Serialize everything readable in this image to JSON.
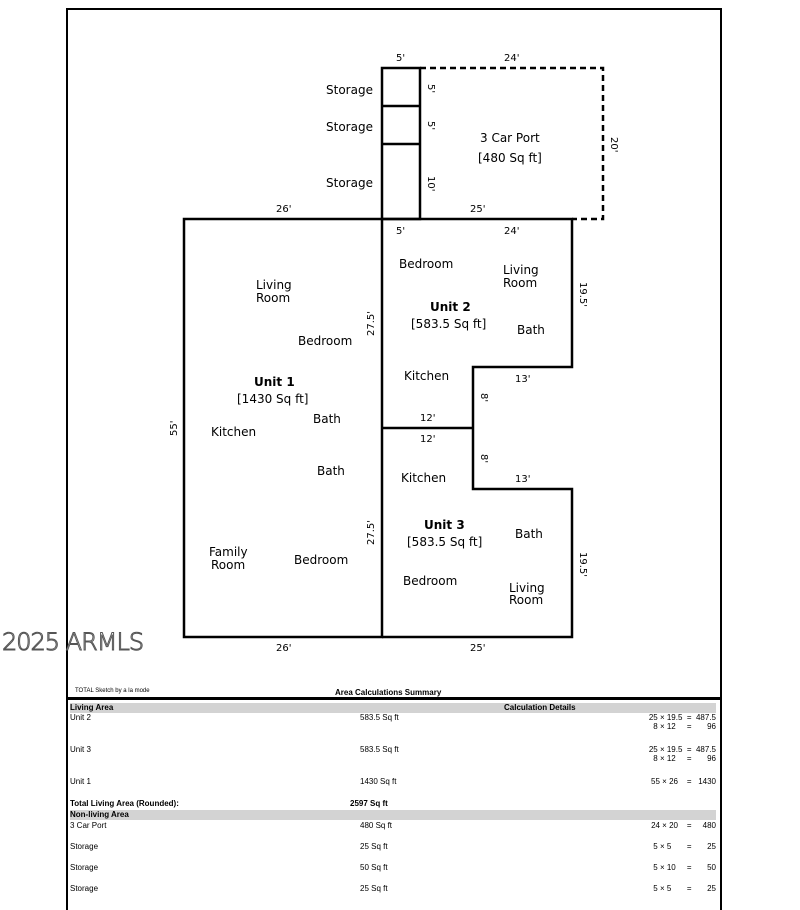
{
  "plan": {
    "rooms": {
      "storage1": "Storage",
      "storage2": "Storage",
      "storage3": "Storage",
      "carport": "3 Car Port",
      "carport_area": "[480 Sq ft]",
      "u1_living": "Living",
      "u1_living2": "Room",
      "u1_bed1": "Bedroom",
      "u1_title": "Unit 1",
      "u1_area": "[1430 Sq ft]",
      "u1_kitchen": "Kitchen",
      "u1_bath1": "Bath",
      "u1_bath2": "Bath",
      "u1_family": "Family",
      "u1_family2": "Room",
      "u1_bed2": "Bedroom",
      "u2_bed": "Bedroom",
      "u2_living": "Living",
      "u2_living2": "Room",
      "u2_title": "Unit 2",
      "u2_area": "[583.5 Sq ft]",
      "u2_bath": "Bath",
      "u2_kitchen": "Kitchen",
      "u3_kitchen": "Kitchen",
      "u3_title": "Unit 3",
      "u3_area": "[583.5 Sq ft]",
      "u3_bath": "Bath",
      "u3_bed": "Bedroom",
      "u3_living": "Living",
      "u3_living2": "Room"
    },
    "dims": {
      "st_top": "5'",
      "cp_top": "24'",
      "st1": "5'",
      "st2": "5'",
      "st3": "10'",
      "cp_side": "20'",
      "u1_top": "26'",
      "u23_top": "25'",
      "u2_in1": "5'",
      "u2_in2": "24'",
      "u2_side": "19.5'",
      "u1_mid1": "27.5'",
      "u1_mid2": "27.5'",
      "u1_left": "55'",
      "u2_notch": "13'",
      "u2_notch_v": "8'",
      "u2_div": "12'",
      "u3_div": "12'",
      "u3_notch_v": "8'",
      "u3_notch": "13'",
      "u3_side": "19.5'",
      "u1_bottom": "26'",
      "u23_bottom": "25'"
    }
  },
  "footer": {
    "credit": "TOTAL Sketch by a la mode",
    "summary_title": "Area Calculations Summary"
  },
  "table": {
    "living_header": "Living Area",
    "calc_header": "Calculation Details",
    "living": [
      {
        "name": "Unit 2",
        "area": "583.5 Sq ft",
        "calc": "25 × 19.5  =  487.5\n8 × 12     =       96"
      },
      {
        "name": "Unit 3",
        "area": "583.5 Sq ft",
        "calc": "25 × 19.5  =  487.5\n8 × 12     =       96"
      },
      {
        "name": "Unit 1",
        "area": "1430 Sq ft",
        "calc": "55 × 26    =   1430"
      }
    ],
    "total_label": "Total Living Area (Rounded):",
    "total_value": "2597 Sq ft",
    "nonliving_header": "Non-living Area",
    "nonliving": [
      {
        "name": "3 Car Port",
        "area": "480 Sq ft",
        "calc": "24 × 20    =     480"
      },
      {
        "name": "Storage",
        "area": "25 Sq ft",
        "calc": "5 × 5       =       25"
      },
      {
        "name": "Storage",
        "area": "50 Sq ft",
        "calc": "5 × 10     =       50"
      },
      {
        "name": "Storage",
        "area": "25 Sq ft",
        "calc": "5 × 5       =       25"
      }
    ]
  },
  "watermark": "2025 ARMLS"
}
